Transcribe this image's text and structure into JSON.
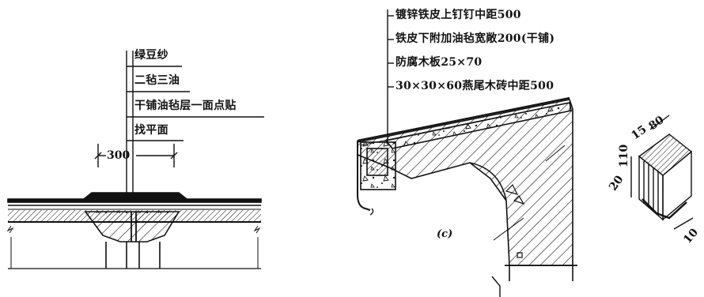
{
  "left_detail": {
    "callout_labels": [
      "绿豆纱",
      "二毡三油",
      "干铺油毡层一面点贴",
      "找平面"
    ],
    "dimension": "300"
  },
  "right_detail": {
    "callout_labels": [
      "镀锌铁皮上钉钉中距500",
      "铁皮下附加油毡宽敞200(干铺)",
      "防腐木板25×70",
      "30×30×60燕尾木砖中距500"
    ],
    "figure_label": "(c)"
  },
  "brick_detail": {
    "dimensions": [
      "15",
      "80",
      "110",
      "20",
      "10"
    ]
  },
  "colors": {
    "ink": "#111111",
    "paper": "#ffffff"
  }
}
